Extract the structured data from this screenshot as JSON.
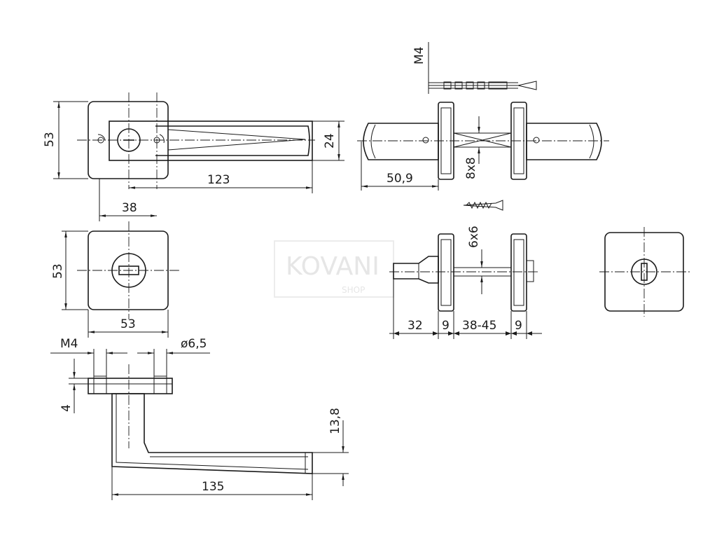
{
  "watermark": {
    "brand": "KOVANI",
    "sub": "SHOP"
  },
  "dimensions": {
    "front_rosette_height": "53",
    "lever_width": "24",
    "lever_length": "123",
    "key_offset": "38",
    "escutcheon_height": "53",
    "escutcheon_width": "53",
    "screw_thread": "M4",
    "hole_diameter": "ø6,5",
    "base_thickness": "4",
    "lever_height": "13,8",
    "lever_total_length": "135",
    "bolt_thread": "M4",
    "rose_projection": "50,9",
    "square_spindle": "8x8",
    "small_spindle": "6x6",
    "knob_length": "32",
    "rose_thickness_left": "9",
    "door_thickness": "38-45",
    "rose_thickness_right": "9"
  }
}
